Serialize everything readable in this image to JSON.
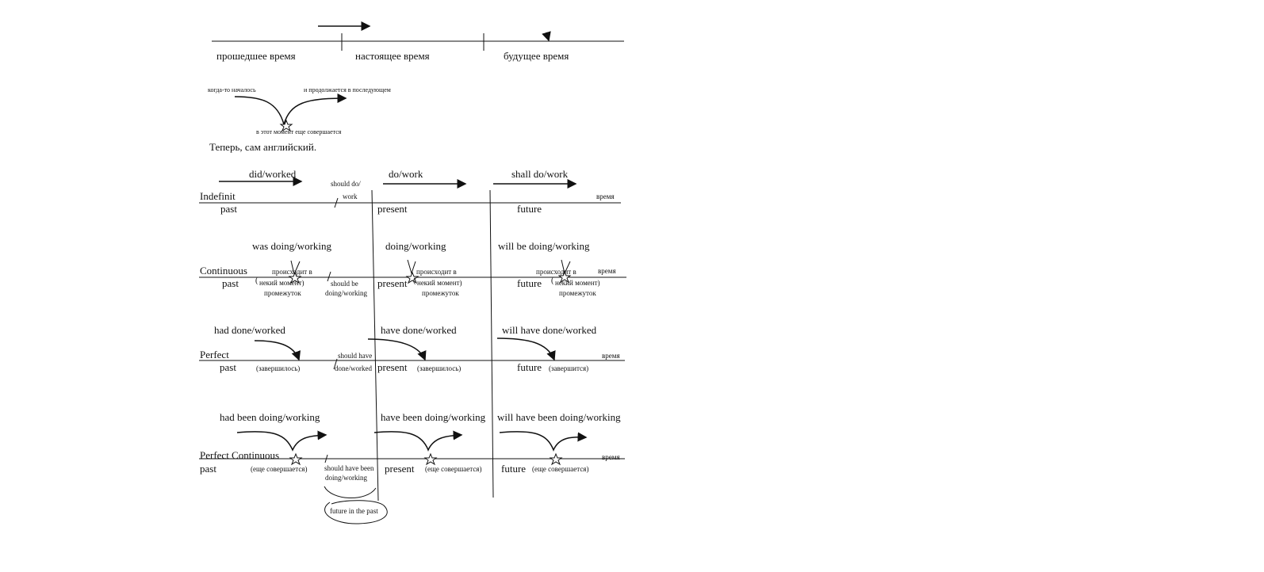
{
  "top_timeline": {
    "past": "прошедшее время",
    "present": "настоящее время",
    "future": "будущее время"
  },
  "continuation_note": {
    "started": "когда-то началось",
    "continues": "и продолжается в последующем",
    "ongoing": "в этот момент еще совершается"
  },
  "intro": "Теперь, сам английский.",
  "word_time": "время",
  "indefinite": {
    "label": "Indefinit",
    "past": "past",
    "present": "present",
    "future": "future",
    "past_form": "did/worked",
    "present_form": "do/work",
    "future_form": "shall do/work",
    "fip_line1": "should do/",
    "fip_line2": "work"
  },
  "continuous": {
    "label": "Continuous",
    "past": "past",
    "present": "present",
    "future": "future",
    "past_form": "was doing/working",
    "present_form": "doing/working",
    "future_form": "will be doing/working",
    "note1": "происходит в",
    "note2": "некий момент)",
    "note3": "промежуток",
    "paren_open": "(",
    "fip_line1": "should be",
    "fip_line2": "doing/working"
  },
  "perfect": {
    "label": "Perfect",
    "past": "past",
    "present": "present",
    "future": "future",
    "past_form": "had done/worked",
    "present_form": "have done/worked",
    "future_form": "will have done/worked",
    "past_note": "(завершилось)",
    "present_note": "(завершилось)",
    "future_note": "(завершится)",
    "fip_line1": "should have",
    "fip_line2": "done/worked"
  },
  "perfect_continuous": {
    "label": "Perfect Continuous",
    "past": "past",
    "present": "present",
    "future": "future",
    "past_form": "had  been doing/working",
    "present_form": "have been doing/working",
    "future_form": "will have been doing/working",
    "note": "(еще совершается)",
    "fip_line1": "should  have been",
    "fip_line2": "doing/working"
  },
  "future_in_past": "future in the past"
}
